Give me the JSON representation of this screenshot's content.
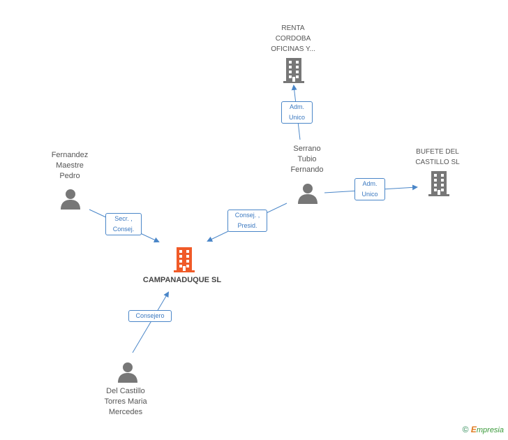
{
  "nodes": {
    "campanaduque": {
      "label": "CAMPANADUQUE SL"
    },
    "renta": {
      "label_lines": [
        "RENTA",
        "CORDOBA",
        "OFICINAS Y..."
      ]
    },
    "bufete": {
      "label_lines": [
        "BUFETE DEL",
        "CASTILLO SL"
      ]
    },
    "fernandez": {
      "label_lines": [
        "Fernandez",
        "Maestre",
        "Pedro"
      ]
    },
    "serrano": {
      "label_lines": [
        "Serrano",
        "Tubio",
        "Fernando"
      ]
    },
    "delcastillo": {
      "label_lines": [
        "Del Castillo",
        "Torres Maria",
        "Mercedes"
      ]
    }
  },
  "edges": {
    "serrano_renta": {
      "label_lines": [
        "Adm.",
        "Unico"
      ]
    },
    "serrano_bufete": {
      "label_lines": [
        "Adm.",
        "Unico"
      ]
    },
    "fernandez_campanaduque": {
      "label_lines": [
        "Secr. ,",
        "Consej."
      ]
    },
    "serrano_campanaduque": {
      "label_lines": [
        "Consej. ,",
        "Presid."
      ]
    },
    "delcastillo_campanaduque": {
      "label_lines": [
        "Consejero"
      ]
    }
  },
  "footer": {
    "copyright": "©",
    "brand_initial": "E",
    "brand_rest": "mpresia"
  },
  "colors": {
    "edge": "#4a86c8",
    "company_main": "#f05a28",
    "company": "#777777",
    "person": "#777777"
  },
  "icons": {
    "company": "building-icon",
    "person": "person-icon"
  }
}
